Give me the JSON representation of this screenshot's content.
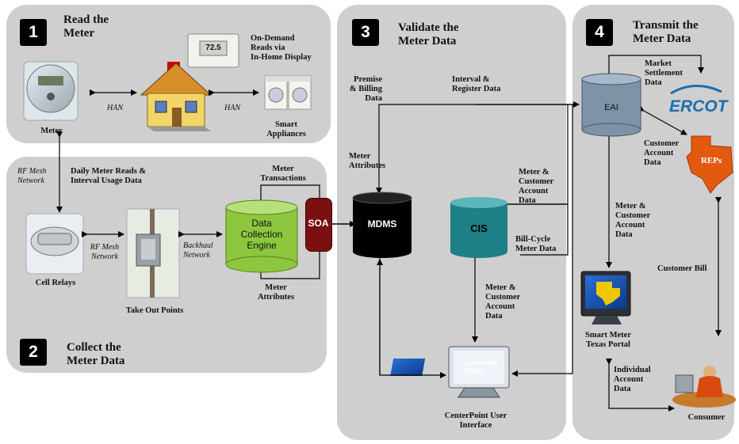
{
  "panels": {
    "p1": {
      "number": "1",
      "title": "Read the\nMeter"
    },
    "p2": {
      "number": "2",
      "title": "Collect the\nMeter Data"
    },
    "p3": {
      "number": "3",
      "title": "Validate the\nMeter Data"
    },
    "p4": {
      "number": "4",
      "title": "Transmit the\nMeter Data"
    }
  },
  "labels": {
    "meter": "Meter",
    "han1": "HAN",
    "han2": "HAN",
    "on_demand": "On-Demand\nReads via\nIn-Home Display",
    "smart_appliances": "Smart\nAppliances",
    "rf_mesh_1": "RF Mesh\nNetwork",
    "daily_reads": "Daily Meter Reads &\nInterval Usage Data",
    "rf_mesh_2": "RF Mesh\nNetwork",
    "backhaul": "Backhaul\nNetwork",
    "cell_relays": "Cell Relays",
    "take_out": "Take Out Points",
    "meter_transactions": "Meter\nTransactions",
    "meter_attributes_low": "Meter\nAttributes",
    "dce": "Data\nCollection\nEngine",
    "soa": "SOA",
    "premise": "Premise\n& Billing\nData",
    "interval_register": "Interval &\nRegister Data",
    "meter_attributes_mid": "Meter\nAttributes",
    "mdms": "MDMS",
    "cis": "CIS",
    "mc_account_cis": "Meter &\nCustomer\nAccount\nData",
    "bill_cycle": "Bill-Cycle\nMeter Data",
    "mc_account_ui": "Meter &\nCustomer\nAccount\nData",
    "centerpoint_ui": "CenterPoint User\nInterface",
    "eai": "EAI",
    "market_settlement": "Market\nSettlement\nData",
    "ercot": "ERCOT",
    "customer_account": "Customer\nAccount\nData",
    "reps": "REPs",
    "mc_account_portal": "Meter &\nCustomer\nAccount\nData",
    "customer_bill": "Customer Bill",
    "smt_portal": "Smart Meter\nTexas Portal",
    "individual_account": "Individual\nAccount\nData",
    "consumer": "Consumer",
    "thermostat_text": "72.5",
    "cnp_screen": "CenterPoint\nEnergy"
  },
  "colors": {
    "panel": "#cfcfcf",
    "dce_green": "#8dc63f",
    "soa_red": "#7a1010",
    "cis_teal": "#1f7f86",
    "mdms_black": "#000000",
    "eai_blue": "#7f93a8",
    "ercot_blue": "#1a6fb0",
    "reps_orange": "#e25a10"
  }
}
